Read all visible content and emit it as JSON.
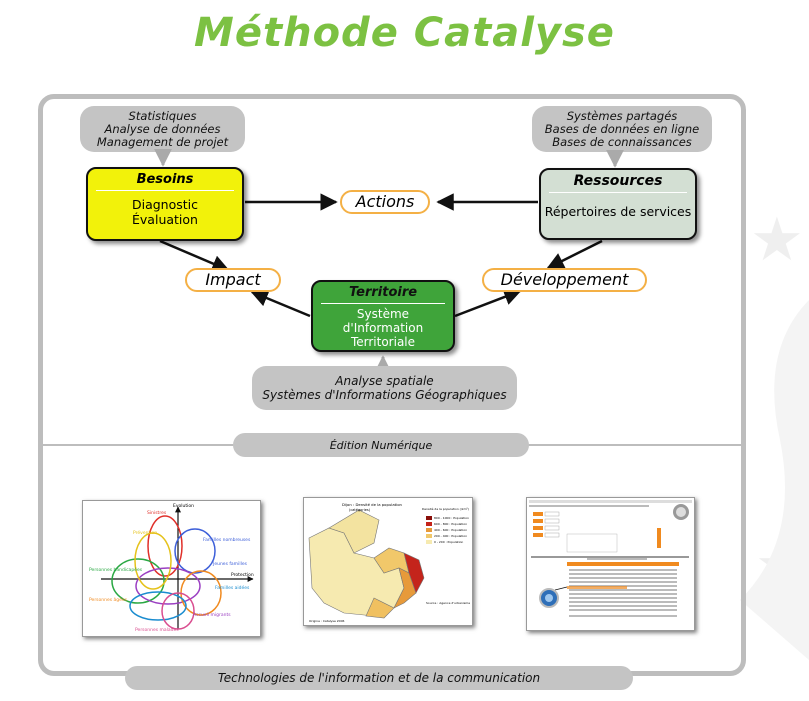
{
  "title": "Méthode Catalyse",
  "top_left_pill": [
    "Statistiques",
    "Analyse de données",
    "Management de projet"
  ],
  "top_right_pill": [
    "Systèmes partagés",
    "Bases de données en ligne",
    "Bases de connaissances"
  ],
  "besoins": {
    "header": "Besoins",
    "lines": [
      "Diagnostic",
      "Évaluation"
    ]
  },
  "ressources": {
    "header": "Ressources",
    "lines": [
      "Répertoires de services"
    ]
  },
  "territoire": {
    "header": "Territoire",
    "lines": [
      "Système",
      "d'Information",
      "Territoriale"
    ]
  },
  "actions_label": "Actions",
  "impact_label": "Impact",
  "developpement_label": "Développement",
  "bottom_pill": [
    "Analyse spatiale",
    "Systèmes d'Informations Géographiques"
  ],
  "edition_label": "Édition Numérique",
  "tic_label": "Technologies de l'information et de la communication",
  "colors": {
    "title": "#7cc142",
    "besoins": "#f2f20a",
    "ressources": "#d3dfd3",
    "territoire": "#3fa43a",
    "pill_border": "#f4b045",
    "frame": "#bdbdbd"
  },
  "thumbnails": {
    "thumb1": {
      "axis_top": "Evolution",
      "axis_right": "Protection",
      "labels": [
        "Sinistres",
        "Prévention",
        "Familles nombreuses",
        "Jeunes familles",
        "Personnes handicapées",
        "Personnes âgées",
        "Familles aidées",
        "Accueil migrants",
        "Personnes malades"
      ]
    },
    "thumb2": {
      "title": "Dijon : Densité de la population",
      "subtitle": "(catégories)",
      "legend_title": "Densité de la population (/km²)",
      "legend": [
        "800 - 1000 : Population",
        "600 - 800 : Population",
        "400 - 600 : Population",
        "200 - 400 : Population",
        "0 - 200 : Population"
      ],
      "source": "Source : Agence d'urbanisme",
      "credit": "Origine : Catalyse 2006"
    }
  }
}
